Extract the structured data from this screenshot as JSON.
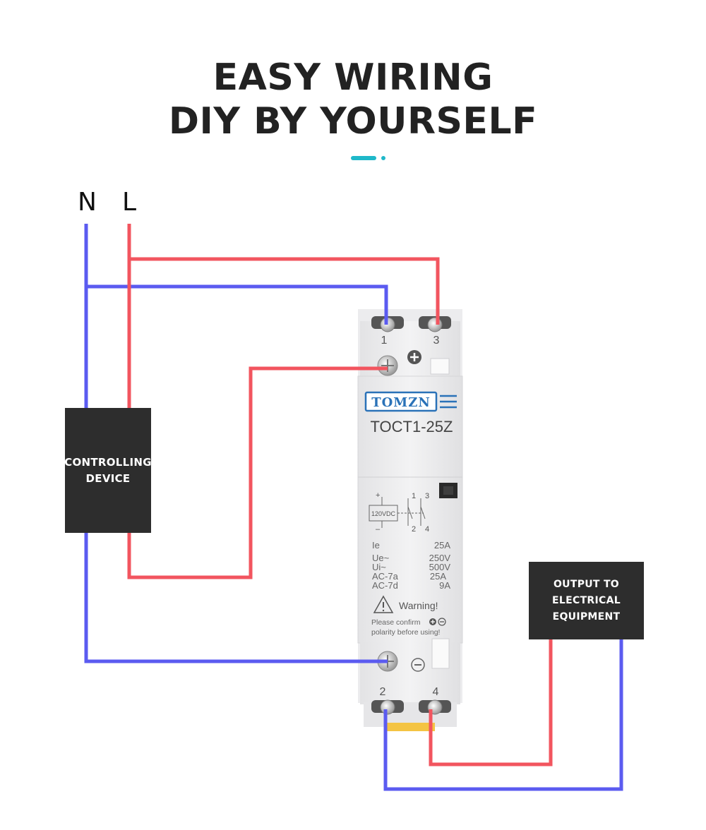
{
  "title": {
    "line1": "EASY WIRING",
    "line2": "DIY BY YOURSELF"
  },
  "colors": {
    "neutral_wire": "#5b5bf0",
    "live_wire": "#f2555f",
    "accent": "#1fb8c9",
    "box": "#2d2d2d",
    "brand": "#2a72b8"
  },
  "lines": {
    "neutral": "N",
    "live": "L"
  },
  "controlling_device": {
    "line1": "CONTROLLING",
    "line2": "DEVICE"
  },
  "output": {
    "line1": "OUTPUT TO",
    "line2": "ELECTRICAL",
    "line3": "EQUIPMENT"
  },
  "contactor": {
    "brand": "TOMZN",
    "model": "TOCT1-25Z",
    "terminal_top_left": "1",
    "terminal_top_right": "3",
    "terminal_bottom_left": "2",
    "terminal_bottom_right": "4",
    "plus_symbol": "+",
    "minus_symbol": "−",
    "coil_voltage": "120VDC",
    "schematic": {
      "plus": "+",
      "minus": "–",
      "c1": "1",
      "c3": "3",
      "c2": "2",
      "c4": "4"
    },
    "specs": [
      {
        "label": "Ie",
        "value": "25A"
      },
      {
        "label": "Ue~",
        "value": "250V"
      },
      {
        "label": "Ui~",
        "value": "500V"
      },
      {
        "label": "AC-7a",
        "value": "25A"
      },
      {
        "label": "AC-7d",
        "value": "9A"
      }
    ],
    "warning": "Warning!",
    "note_line1": "Please confirm",
    "note_line2": "polarity before using!"
  }
}
